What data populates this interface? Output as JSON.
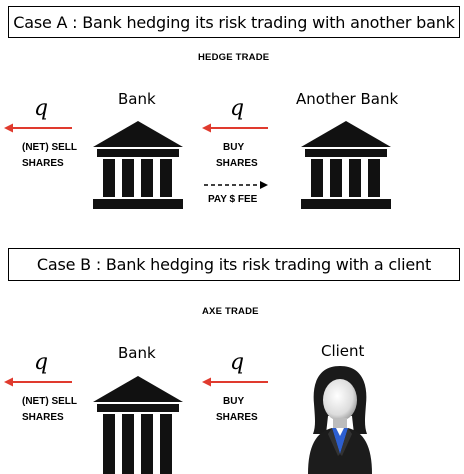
{
  "case_a": {
    "title": "Case A : Bank hedging its risk trading with another bank",
    "trade_label": "HEDGE TRADE",
    "left_entity": "Bank",
    "right_entity": "Another Bank",
    "quantity_left": "q",
    "quantity_right": "q",
    "left_action": [
      "(NET) SELL",
      "SHARES"
    ],
    "middle_action": [
      "BUY",
      "SHARES"
    ],
    "fee_label": "PAY $ FEE"
  },
  "case_b": {
    "title": "Case B : Bank hedging its risk trading with a client",
    "trade_label": "AXE TRADE",
    "left_entity": "Bank",
    "right_entity": "Client",
    "quantity_left": "q",
    "quantity_right": "q",
    "left_action": [
      "(NET) SELL",
      "SHARES"
    ],
    "middle_action": [
      "BUY",
      "SHARES"
    ]
  },
  "colors": {
    "arrow": "#e03a2e",
    "icon": "#111111",
    "border": "#000000"
  },
  "icons": [
    "bank-icon",
    "client-icon"
  ]
}
